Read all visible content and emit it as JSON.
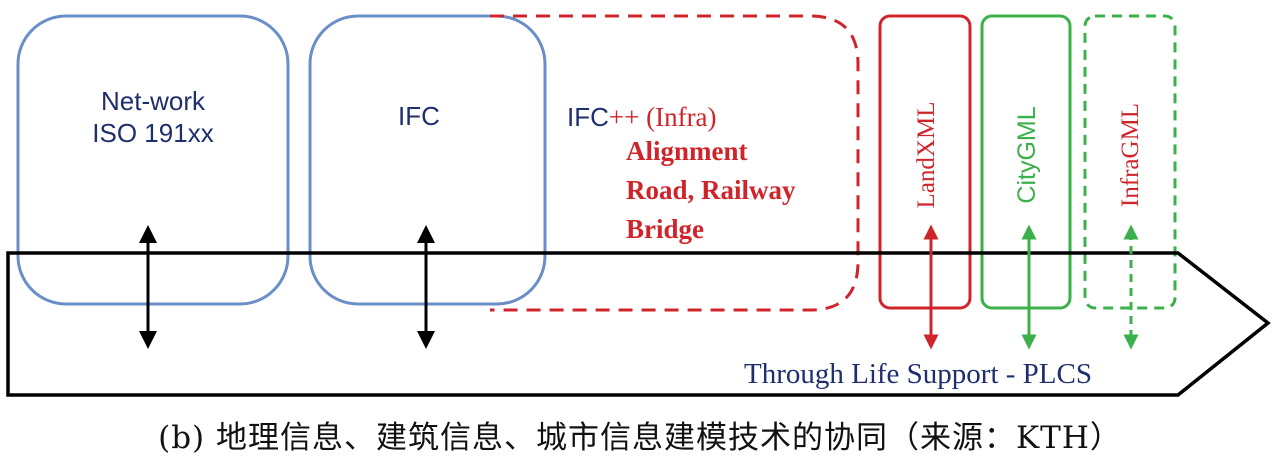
{
  "diagram": {
    "network_box": {
      "line1": "Net-work",
      "line2": "ISO 191xx"
    },
    "ifc_box": {
      "label": "IFC"
    },
    "ifc_infra_box": {
      "title_part1": "IFC",
      "title_part2": "++ (Infra)",
      "items": [
        "Alignment",
        "Road, Railway",
        "Bridge"
      ]
    },
    "landxml_box": {
      "label": "LandXML"
    },
    "citygml_box": {
      "label": "CityGML"
    },
    "infragml_box": {
      "label": "InfraGML"
    },
    "plcs_arrow": {
      "label": "Through Life Support - PLCS"
    }
  },
  "caption": "(b) 地理信息、建筑信息、城市信息建模技术的协同（来源：KTH）",
  "colors": {
    "blue_box": "#6a8fc8",
    "navy_text": "#1f2f6e",
    "red": "#d0242b",
    "green": "#3cb04a",
    "black": "#000000"
  }
}
